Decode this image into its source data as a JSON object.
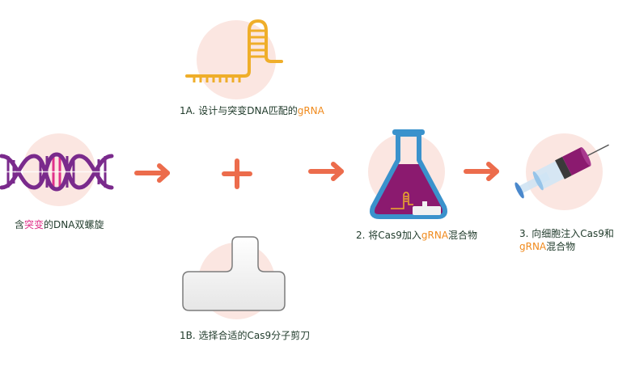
{
  "colors": {
    "circle_bg": "#fbe6e1",
    "arrow": "#ec6c4c",
    "grna": "#efae2a",
    "dna_strand": "#7a2a8c",
    "dna_mutation": "#e0318a",
    "flask_glass": "#3a92cc",
    "flask_liquid": "#8b1a6f",
    "label_text": "#1f3a2a",
    "highlight_orange": "#f08a1c",
    "highlight_pink": "#e0318a"
  },
  "steps": {
    "dna": {
      "icon": "dna-double-helix-icon",
      "label_prefix": "含",
      "label_highlight": "突变",
      "label_suffix": "的DNA双螺旋"
    },
    "step_1a": {
      "icon": "grna-icon",
      "label_prefix": "1A. 设计与突变DNA匹配的",
      "label_highlight": "gRNA"
    },
    "step_1b": {
      "icon": "cas9-scissors-icon",
      "label": "1B. 选择合适的Cas9分子剪刀"
    },
    "step_2": {
      "icon": "flask-icon",
      "label_prefix": "2. 将Cas9加入",
      "label_highlight": "gRNA",
      "label_suffix": "混合物"
    },
    "step_3": {
      "icon": "syringe-icon",
      "label_line1": "3. 向细胞注入Cas9和",
      "label_highlight": "gRNA",
      "label_suffix": "混合物"
    }
  },
  "connectors": [
    "arrow-right-icon",
    "plus-icon",
    "arrow-right-icon",
    "arrow-right-icon"
  ]
}
